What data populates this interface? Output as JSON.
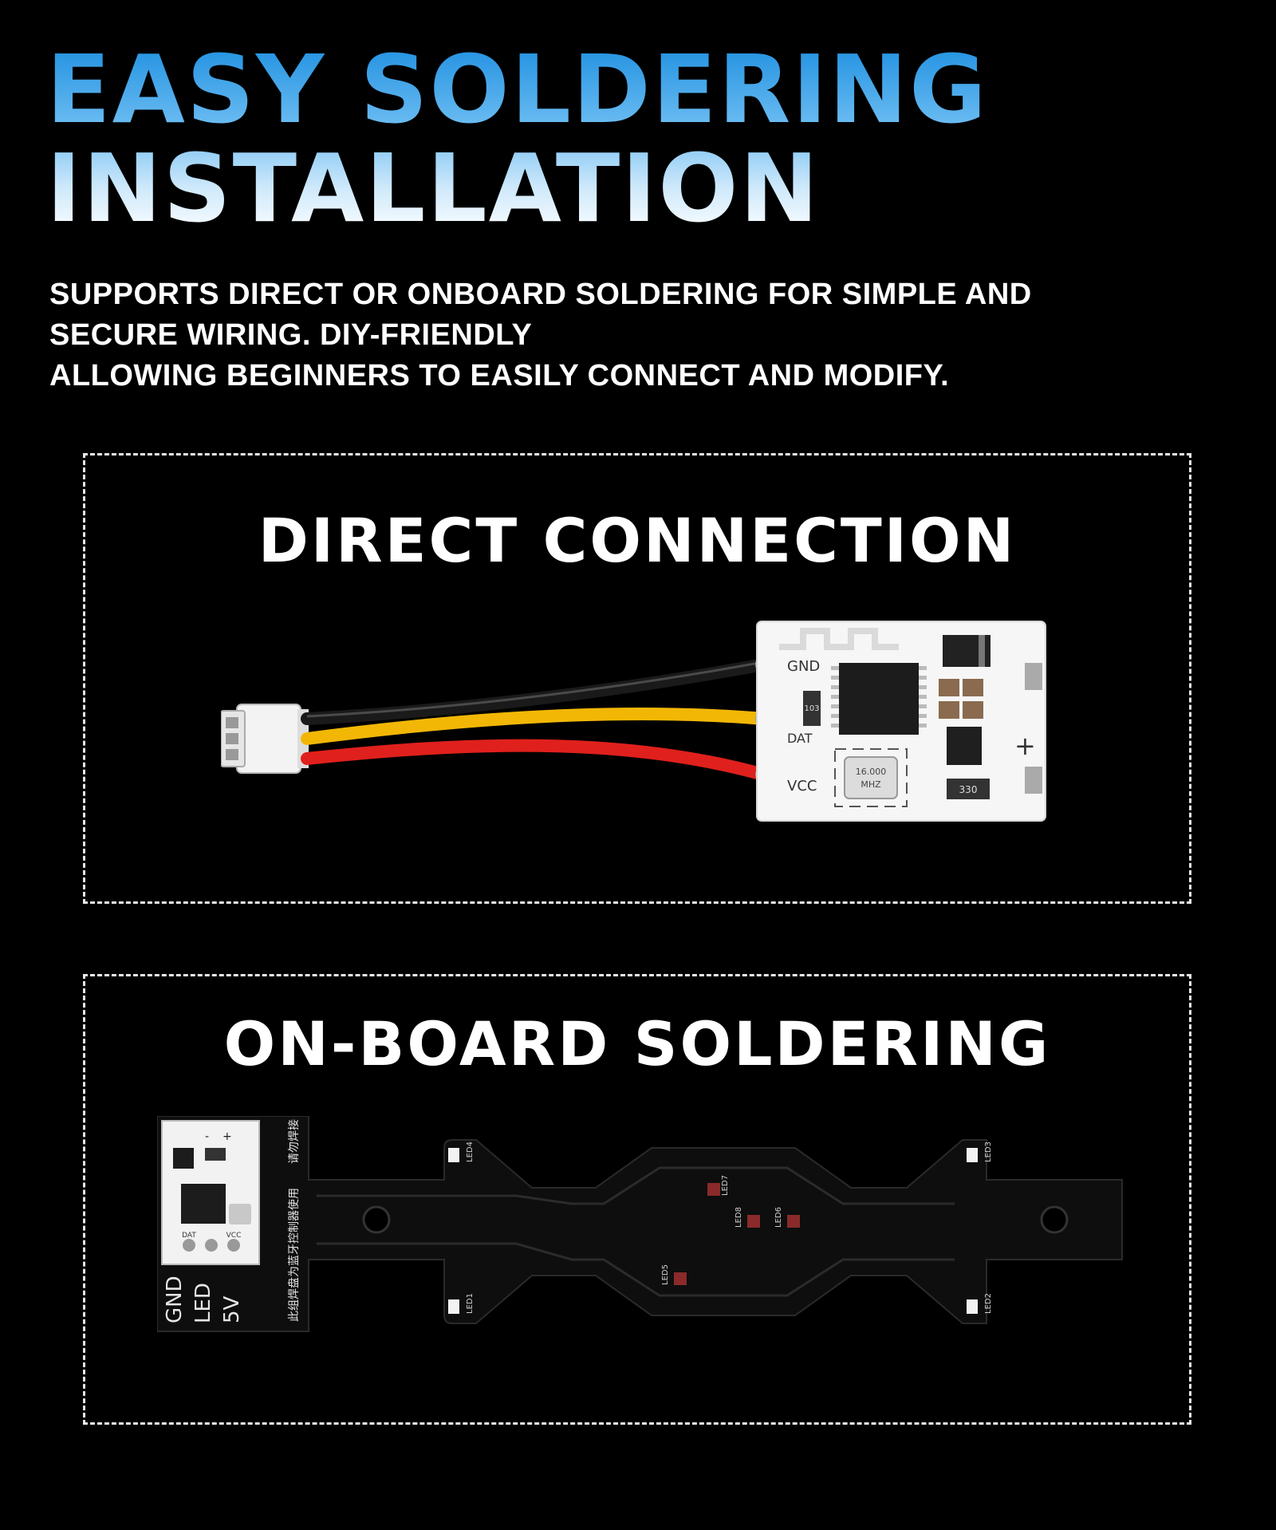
{
  "headline": {
    "line1": "EASY SOLDERING",
    "line2": "INSTALLATION"
  },
  "subtitle": {
    "line1": "SUPPORTS DIRECT OR ONBOARD SOLDERING FOR SIMPLE AND",
    "line2": "SECURE WIRING. DIY-FRIENDLY",
    "line3": "ALLOWING BEGINNERS TO EASILY CONNECT AND MODIFY."
  },
  "direct": {
    "title": "DIRECT CONNECTION",
    "board_labels": {
      "gnd": "GND",
      "dat": "DAT",
      "vcc": "VCC",
      "plus": "+",
      "crystal_freq": "16.000",
      "crystal_unit": "MHZ",
      "resistor_a": "103",
      "resistor_b": "330"
    },
    "wire_colors": {
      "black": "#1a1a1a",
      "yellow": "#f2b705",
      "red": "#e0201c"
    }
  },
  "onboard": {
    "title": "ON-BOARD SOLDERING",
    "module_labels": {
      "gnd": "GND",
      "led": "LED",
      "v5": "5V",
      "dat": "DAT",
      "vcc": "VCC",
      "minus": "-",
      "plus": "+"
    },
    "board_note_1": "此组焊盘为蓝牙控制器使用",
    "board_note_2": "请勿焊接",
    "led_labels": [
      "LED1",
      "LED2",
      "LED3",
      "LED4",
      "LED5",
      "LED6",
      "LED7",
      "LED8"
    ]
  },
  "colors": {
    "background": "#000000",
    "gradient_top": "#1e8fe0",
    "gradient_bottom": "#ffffff",
    "panel_border": "#e8e8e8"
  }
}
